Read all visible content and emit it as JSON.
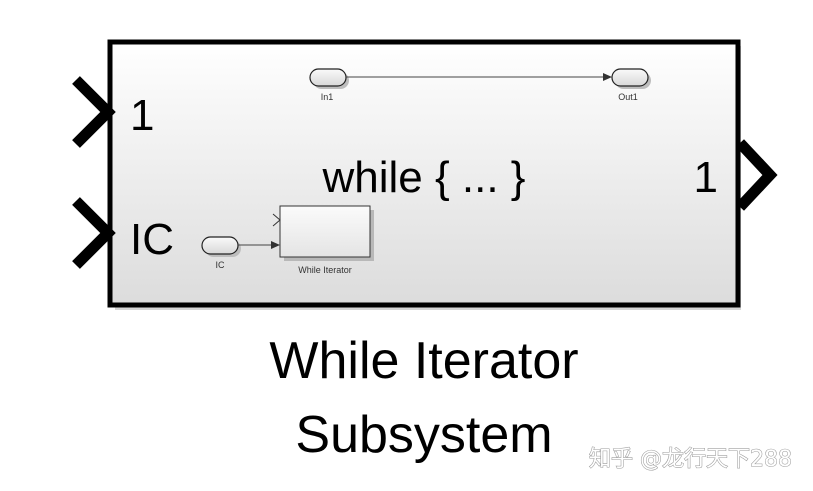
{
  "subsystem": {
    "input_ports": [
      "1",
      "IC"
    ],
    "output_ports": [
      "1"
    ],
    "body_text": "while { ... }",
    "caption_lines": [
      "While Iterator",
      "Subsystem"
    ]
  },
  "inner": {
    "inport_in1": "In1",
    "outport_out1": "Out1",
    "inport_ic": "IC",
    "iterator_block": "While Iterator"
  },
  "watermark": "知乎 @龙行天下288",
  "colors": {
    "block_top": "#ffffff",
    "block_bottom": "#dcdcdc",
    "stroke": "#000000"
  }
}
